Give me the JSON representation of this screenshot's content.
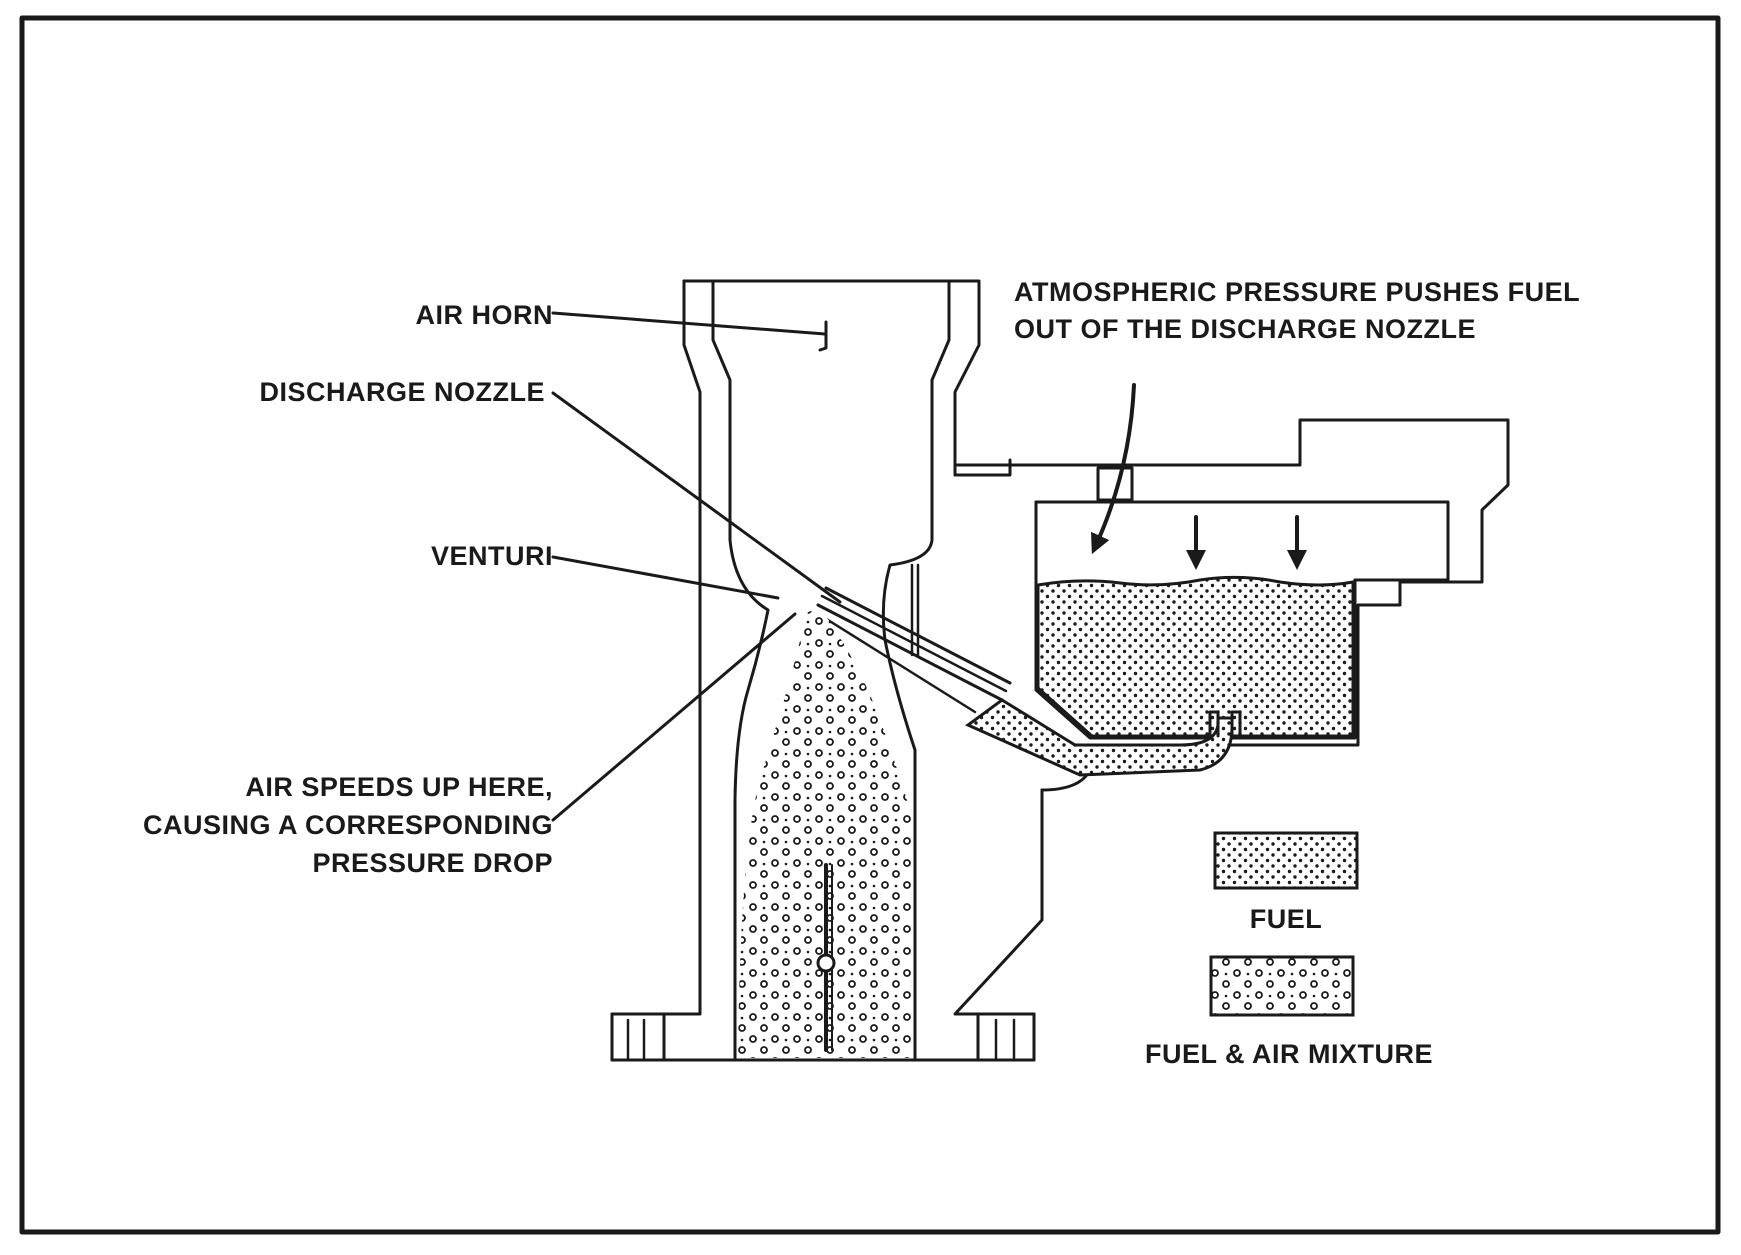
{
  "labels": {
    "air_horn": "AIR HORN",
    "discharge_nozzle": "DISCHARGE NOZZLE",
    "venturi": "VENTURI",
    "air_speed_line1": "AIR SPEEDS UP HERE,",
    "air_speed_line2": "CAUSING A CORRESPONDING",
    "air_speed_line3": "PRESSURE DROP",
    "atmospheric_line1": "ATMOSPHERIC PRESSURE PUSHES FUEL",
    "atmospheric_line2": "OUT OF THE DISCHARGE NOZZLE"
  },
  "legend": {
    "fuel": "FUEL",
    "mixture": "FUEL & AIR MIXTURE"
  }
}
